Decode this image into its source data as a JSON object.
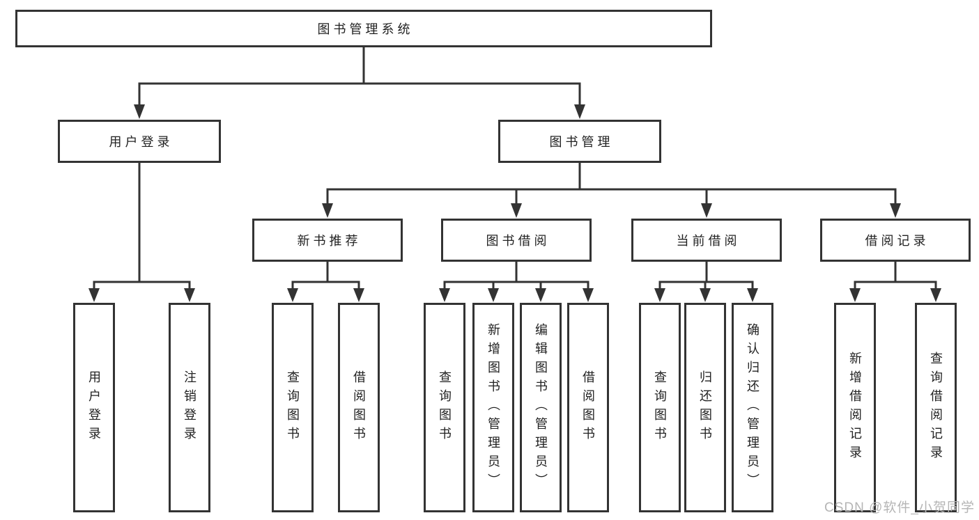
{
  "diagram": {
    "root": {
      "label": "图书管理系统"
    },
    "branches": [
      {
        "label": "用户登录",
        "children": [
          {
            "label": "用户登录"
          },
          {
            "label": "注销登录"
          }
        ]
      },
      {
        "label": "图书管理",
        "children": [
          {
            "label": "新书推荐",
            "children": [
              {
                "label": "查询图书"
              },
              {
                "label": "借阅图书"
              }
            ]
          },
          {
            "label": "图书借阅",
            "children": [
              {
                "label": "查询图书"
              },
              {
                "label": "新增图书（管理员）"
              },
              {
                "label": "编辑图书（管理员）"
              },
              {
                "label": "借阅图书"
              }
            ]
          },
          {
            "label": "当前借阅",
            "children": [
              {
                "label": "查询图书"
              },
              {
                "label": "归还图书"
              },
              {
                "label": "确认归还（管理员）"
              }
            ]
          },
          {
            "label": "借阅记录",
            "children": [
              {
                "label": "新增借阅记录"
              },
              {
                "label": "查询借阅记录"
              }
            ]
          }
        ]
      }
    ]
  },
  "watermark": {
    "text": "CSDN @软件_小贺同学"
  },
  "colors": {
    "line": "#333333",
    "text": "#222222",
    "background": "#ffffff",
    "watermark": "#b5b5b5"
  }
}
